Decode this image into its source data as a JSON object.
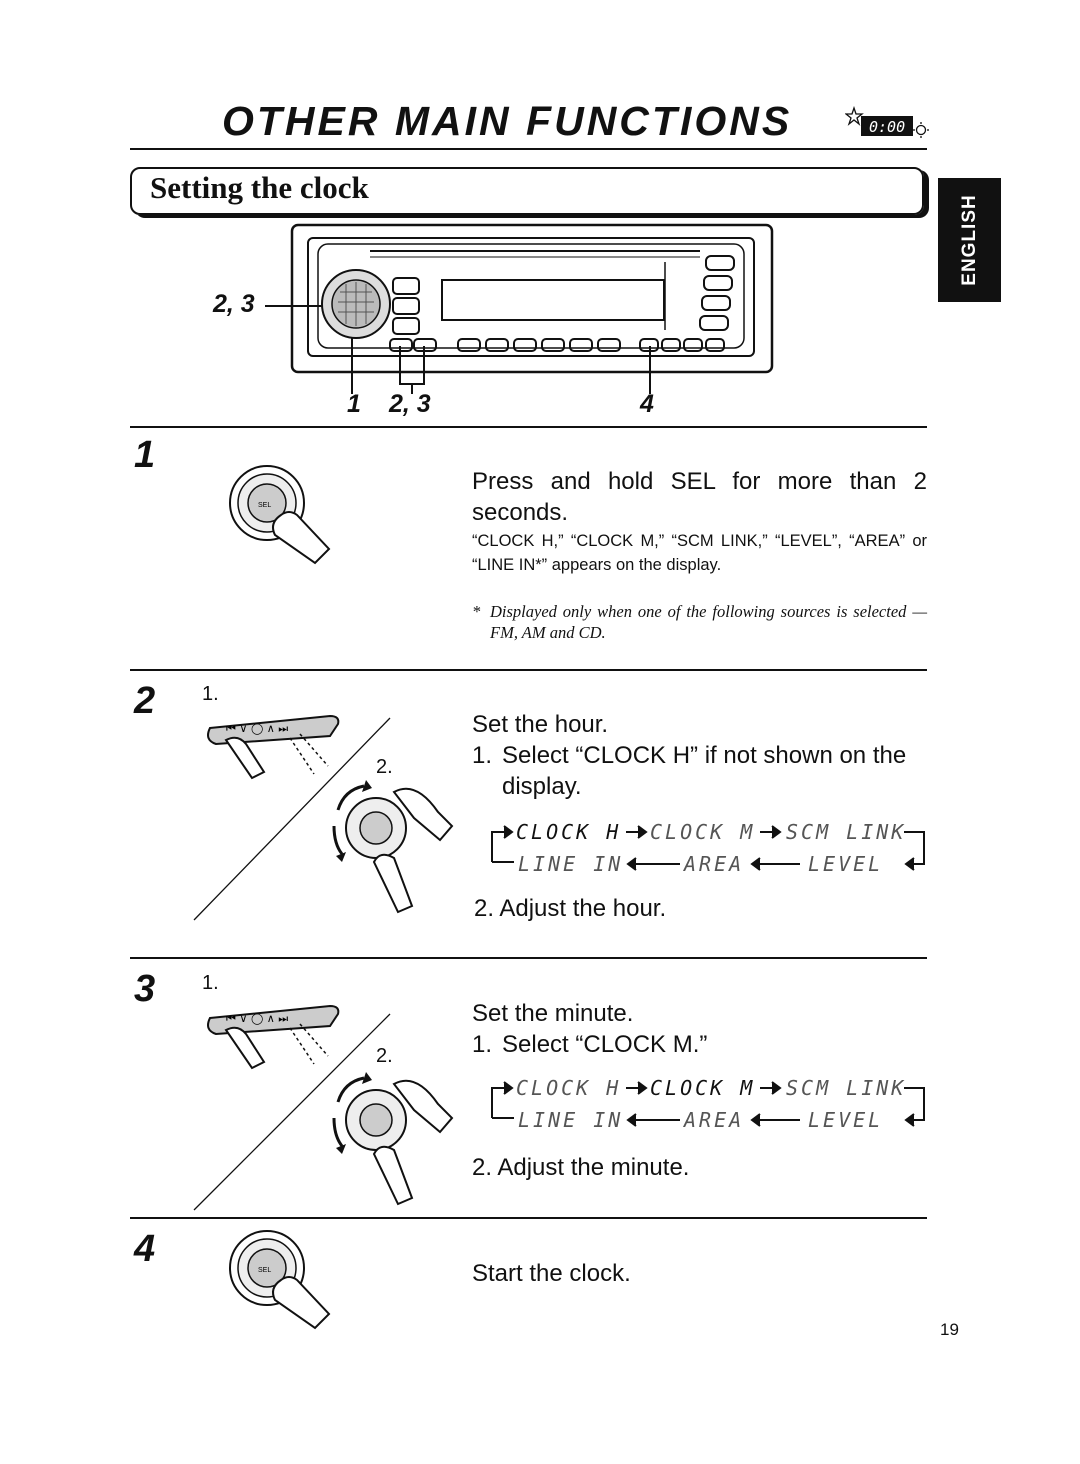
{
  "header": {
    "title": "OTHER MAIN FUNCTIONS",
    "clock_badge": "0:00",
    "icon": "clock-badge-icon"
  },
  "section": {
    "title": "Setting the clock"
  },
  "language_tab": "ENGLISH",
  "device": {
    "callouts": {
      "left": "2, 3",
      "bottom_a": "1",
      "bottom_b": "2, 3",
      "bottom_c": "4"
    },
    "sel_label": "SEL"
  },
  "steps": [
    {
      "number": "1",
      "main": "Press and hold SEL for more than 2 seconds.",
      "detail": "“CLOCK H,” “CLOCK M,” “SCM LINK,” “LEVEL”, “AREA” or “LINE IN*” appears on the display.",
      "note_mark": "*",
      "note": "Displayed only when one of the following sources is selected — FM, AM and CD."
    },
    {
      "number": "2",
      "label_1": "1.",
      "label_2": "2.",
      "heading": "Set the hour.",
      "item_1_num": "1.",
      "item_1": "Select “CLOCK H” if not shown on the display.",
      "sequence": [
        "CLOCK H",
        "CLOCK M",
        "SCM LINK",
        "LEVEL",
        "AREA",
        "LINE IN"
      ],
      "item_2": "2. Adjust the hour."
    },
    {
      "number": "3",
      "label_1": "1.",
      "label_2": "2.",
      "heading": "Set the minute.",
      "item_1_num": "1.",
      "item_1": "Select “CLOCK M.”",
      "sequence": [
        "CLOCK H",
        "CLOCK M",
        "SCM LINK",
        "LEVEL",
        "AREA",
        "LINE IN"
      ],
      "item_2": "2. Adjust the minute."
    },
    {
      "number": "4",
      "main": "Start the clock."
    }
  ],
  "page_number": "19"
}
